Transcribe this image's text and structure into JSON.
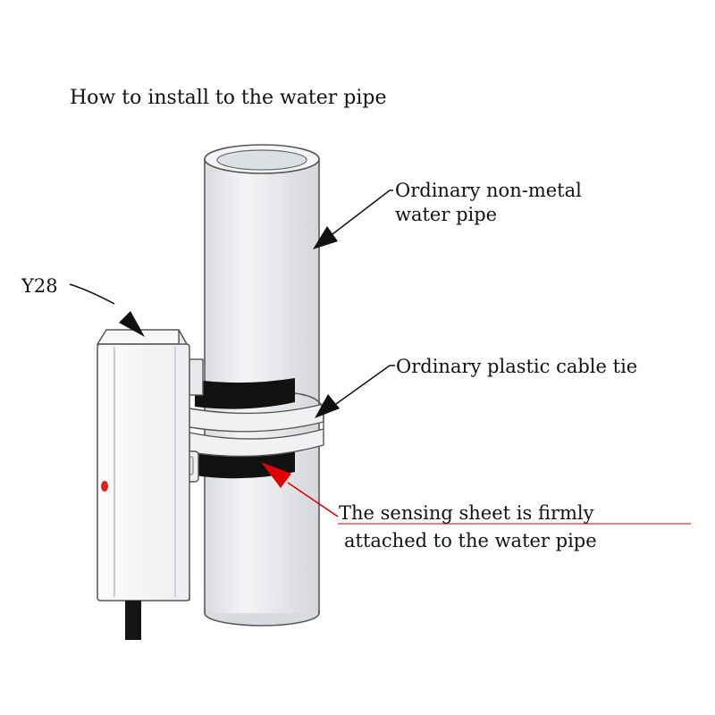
{
  "title": "How to install to the water pipe",
  "labels": {
    "pipe_line1": "Ordinary non-metal",
    "pipe_line2": "water pipe",
    "device": "Y28",
    "cable_tie": "Ordinary plastic cable tie",
    "sensing_line1": "The sensing sheet is firmly",
    "sensing_line2": "attached to the water pipe"
  },
  "colors": {
    "pipe_body": "#e9ebee",
    "pipe_inner": "#dfe2e6",
    "device_body": "#f2f3f5",
    "sensing_sheet": "#111111",
    "indicator_led": "#e02020",
    "highlight_arrow": "#e00000",
    "underline": "#e03030",
    "outline": "#555555"
  }
}
